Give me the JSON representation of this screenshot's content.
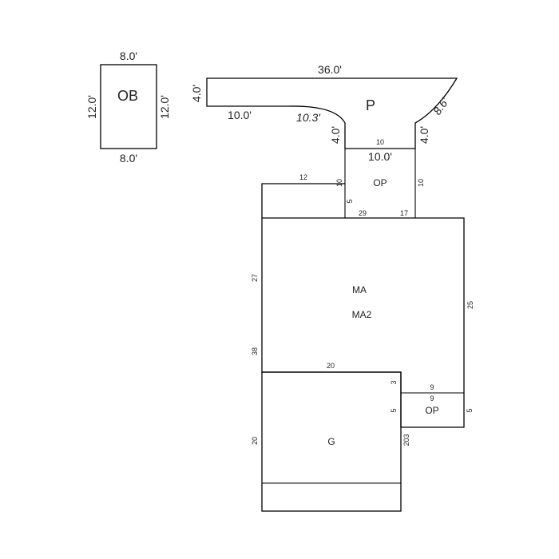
{
  "outbuilding": {
    "label": "OB",
    "dim_top": "8.0'",
    "dim_bottom": "8.0'",
    "dim_left": "12.0'",
    "dim_right": "12.0'"
  },
  "patio": {
    "label": "P",
    "dim_top": "36.0'",
    "dim_left": "4.0'",
    "dim_bottom_left": "10.0'",
    "dim_curve": "10.3'",
    "dim_step_left": "4.0'",
    "dim_bottom": "10.0'",
    "dim_step_right": "4.0'",
    "dim_diagonal": "8.6'"
  },
  "open_porch_top": {
    "label": "OP",
    "dim_top": "10",
    "dim_left": "10",
    "dim_right": "10"
  },
  "upper_wing": {
    "dim_top": "12",
    "dim_left_small": "5"
  },
  "main_area": {
    "label_1": "MA",
    "label_2": "MA2",
    "dim_top_left": "29",
    "dim_top_right": "17",
    "dim_left_upper": "27",
    "dim_left_lower": "38",
    "dim_right": "25"
  },
  "garage": {
    "label": "G",
    "dim_top": "20",
    "dim_left": "20",
    "dim_right_upper": "3",
    "dim_right_mid": "5",
    "dim_right_lower": "203"
  },
  "open_porch_bottom": {
    "label": "OP",
    "dim_top": "9",
    "dim_inner": "9",
    "dim_right": "5"
  }
}
